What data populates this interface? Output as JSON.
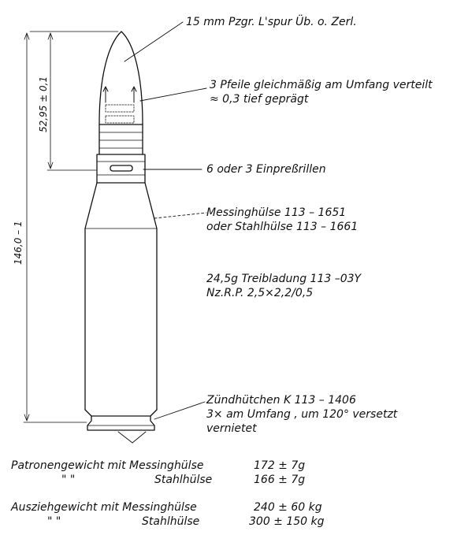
{
  "labels": {
    "projectile": "15 mm Pzgr. L'spur Üb. o. Zerl.",
    "arrows_line1": "3 Pfeile gleichmäßig am Umfang verteilt",
    "arrows_line2": "≈ 0,3 tief geprägt",
    "grooves": "6 oder 3 Einpreßrillen",
    "case_line1": "Messinghülse 113 – 1651",
    "case_line2": "oder Stahlhülse 113 – 1661",
    "charge_line1": "24,5g Treibladung 113 –03Y",
    "charge_line2": "Nz.R.P. 2,5×2,2/0,5",
    "primer_line1": "Zündhütchen K 113 – 1406",
    "primer_line2": "3× am Umfang , um 120° versetzt",
    "primer_line3": "vernietet"
  },
  "dimensions": {
    "projectile_length": "52,95 ± 0,1",
    "total_length": "146,0 – 1"
  },
  "weights": {
    "cartridge": {
      "label": "Patronengewicht mit Messinghülse",
      "value_brass": "172 ± 7g",
      "ditto": "\"          \"",
      "steel_label": "Stahlhülse",
      "value_steel": "166 ± 7g"
    },
    "extraction": {
      "label": "Ausziehgewicht mit Messinghülse",
      "value_brass": "240 ± 60 kg",
      "ditto": "\"          \"",
      "steel_label": "Stahlhülse",
      "value_steel": "300 ± 150 kg"
    }
  }
}
